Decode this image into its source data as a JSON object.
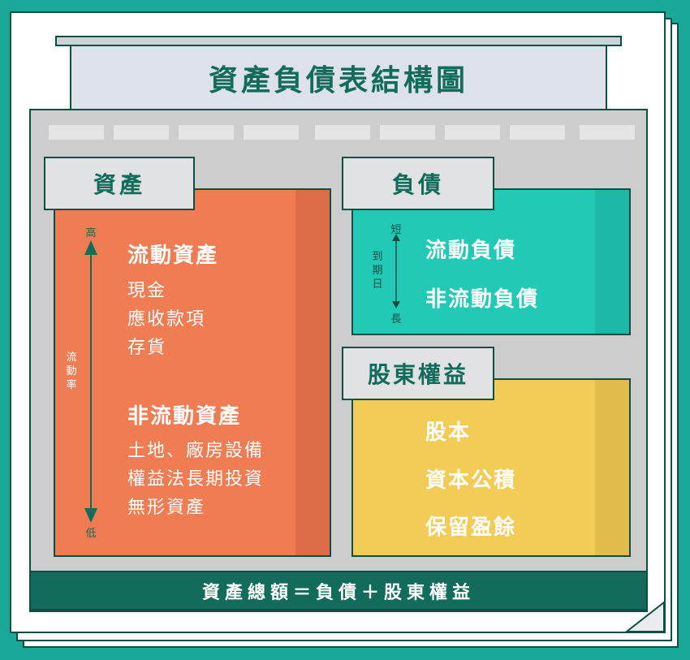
{
  "title": "資產負債表結構圖",
  "colors": {
    "background": "#1aa998",
    "assets": "#f07c54",
    "liabilities": "#22c9b4",
    "equity": "#f2cc56",
    "footer": "#136b5b"
  },
  "assets": {
    "tab": "資產",
    "liquidity_high": "高",
    "liquidity_low": "低",
    "liquidity_label": "流動率",
    "current": {
      "heading": "流動資產",
      "items": [
        "現金",
        "應收款項",
        "存貨"
      ]
    },
    "noncurrent": {
      "heading": "非流動資產",
      "items": [
        "土地、廠房設備",
        "權益法長期投資",
        "無形資產"
      ]
    }
  },
  "liabilities": {
    "tab": "負債",
    "term_short": "短",
    "term_long": "長",
    "term_label": "到期日",
    "items": [
      "流動負債",
      "非流動負債"
    ]
  },
  "equity": {
    "tab": "股東權益",
    "items": [
      "股本",
      "資本公積",
      "保留盈餘"
    ]
  },
  "footer": "資產總額＝負債＋股東權益"
}
